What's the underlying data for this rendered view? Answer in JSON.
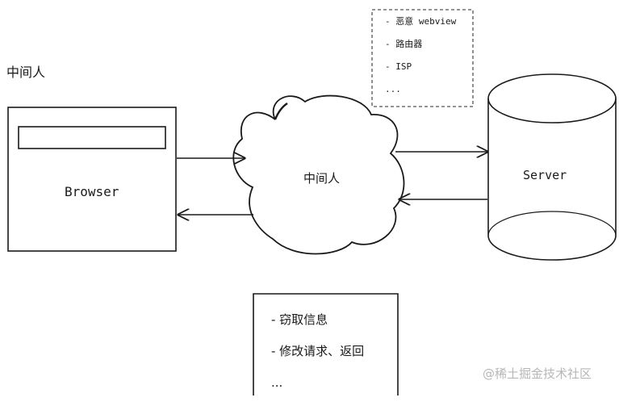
{
  "title": "中间人",
  "nodes": {
    "browser": "Browser",
    "mitm": "中间人",
    "server": "Server"
  },
  "actors": [
    "- 恶意 webview",
    "- 路由器",
    "- ISP",
    "..."
  ],
  "threats": [
    "- 窃取信息",
    "- 修改请求、返回",
    "..."
  ],
  "watermark": "@稀土掘金技术社区"
}
